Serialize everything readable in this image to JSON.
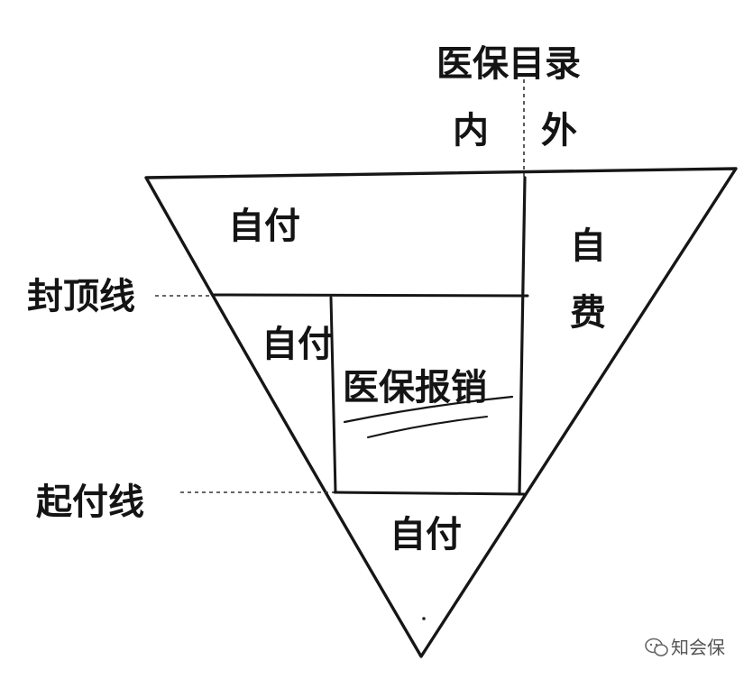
{
  "labels": {
    "yibao_mulu": "医保目录",
    "nei": "内",
    "wai": "外",
    "zifu_top": "自付",
    "zifei": "自费",
    "fengdingxian": "封顶线",
    "zifu_middle": "自付",
    "yibao_baoxiao": "医保报销",
    "qifuxian": "起付线",
    "zifu_bottom": "自付"
  },
  "watermark": {
    "text": "知会保",
    "icon": "wechat-icon"
  },
  "colors": {
    "ink": "#161616",
    "paper": "#ffffff",
    "watermark": "#555555"
  }
}
